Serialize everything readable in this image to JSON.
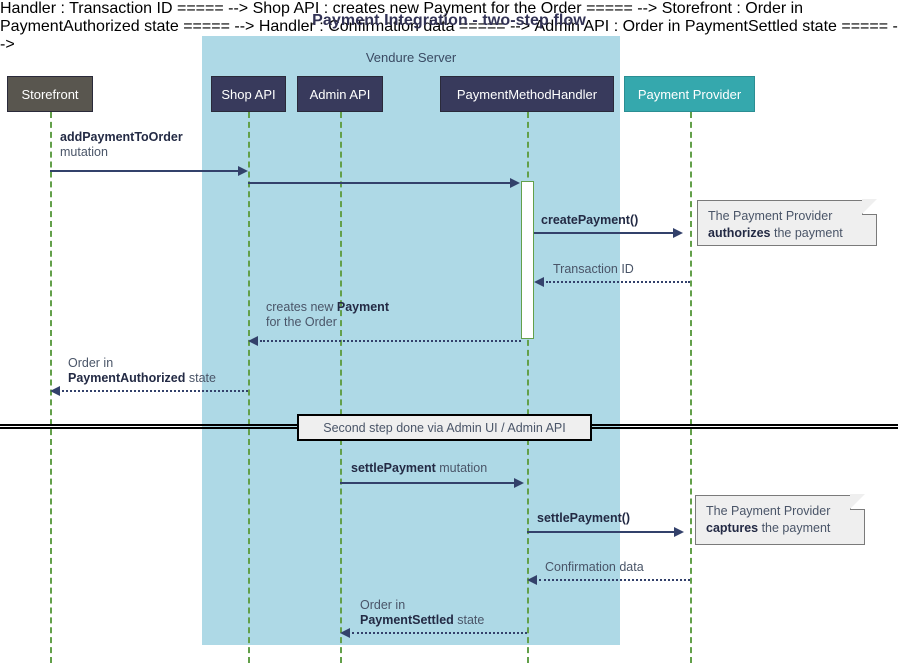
{
  "title": "Payment Integration - two-step flow",
  "group": {
    "label": "Vendure Server",
    "color": "#aed9e6"
  },
  "participants": [
    {
      "id": "storefront",
      "label": "Storefront",
      "color": "#59564f"
    },
    {
      "id": "shop-api",
      "label": "Shop API",
      "color": "#383a5c"
    },
    {
      "id": "admin-api",
      "label": "Admin API",
      "color": "#383a5c"
    },
    {
      "id": "pmh",
      "label": "PaymentMethodHandler",
      "color": "#383a5c"
    },
    {
      "id": "provider",
      "label": "Payment Provider",
      "color": "#35a8ad"
    }
  ],
  "messages": {
    "add_payment_to_order": {
      "bold": "addPaymentToOrder",
      "rest": "mutation"
    },
    "shop_to_handler": {
      "bold": "",
      "rest": ""
    },
    "create_payment": {
      "bold": "createPayment()",
      "rest": ""
    },
    "transaction_id": {
      "bold": "",
      "rest": "Transaction ID"
    },
    "creates_payment_l1": {
      "pre": "creates new ",
      "bold": "Payment"
    },
    "creates_payment_l2": {
      "rest": "for the Order"
    },
    "order_authorized_l1": {
      "rest": "Order in"
    },
    "order_authorized_l2": {
      "bold": "PaymentAuthorized",
      "rest": " state"
    },
    "settle_payment_mutation": {
      "bold": "settlePayment",
      "rest": " mutation"
    },
    "settle_payment_call": {
      "bold": "settlePayment()",
      "rest": ""
    },
    "confirmation_data": {
      "rest": "Confirmation data"
    },
    "order_settled_l1": {
      "rest": "Order in"
    },
    "order_settled_l2": {
      "bold": "PaymentSettled",
      "rest": " state"
    }
  },
  "notes": {
    "authorize": {
      "line1": "The Payment Provider",
      "bold": "authorizes",
      "line2_rest": " the payment"
    },
    "capture": {
      "line1": "The Payment Provider",
      "bold": "captures",
      "line2_rest": " the payment"
    }
  },
  "divider": {
    "label": "Second step done via Admin UI / Admin API"
  },
  "colors": {
    "arrow": "#33416b",
    "lifeline": "#63a04a",
    "note_bg": "#efefef",
    "title_text": "#333355"
  }
}
